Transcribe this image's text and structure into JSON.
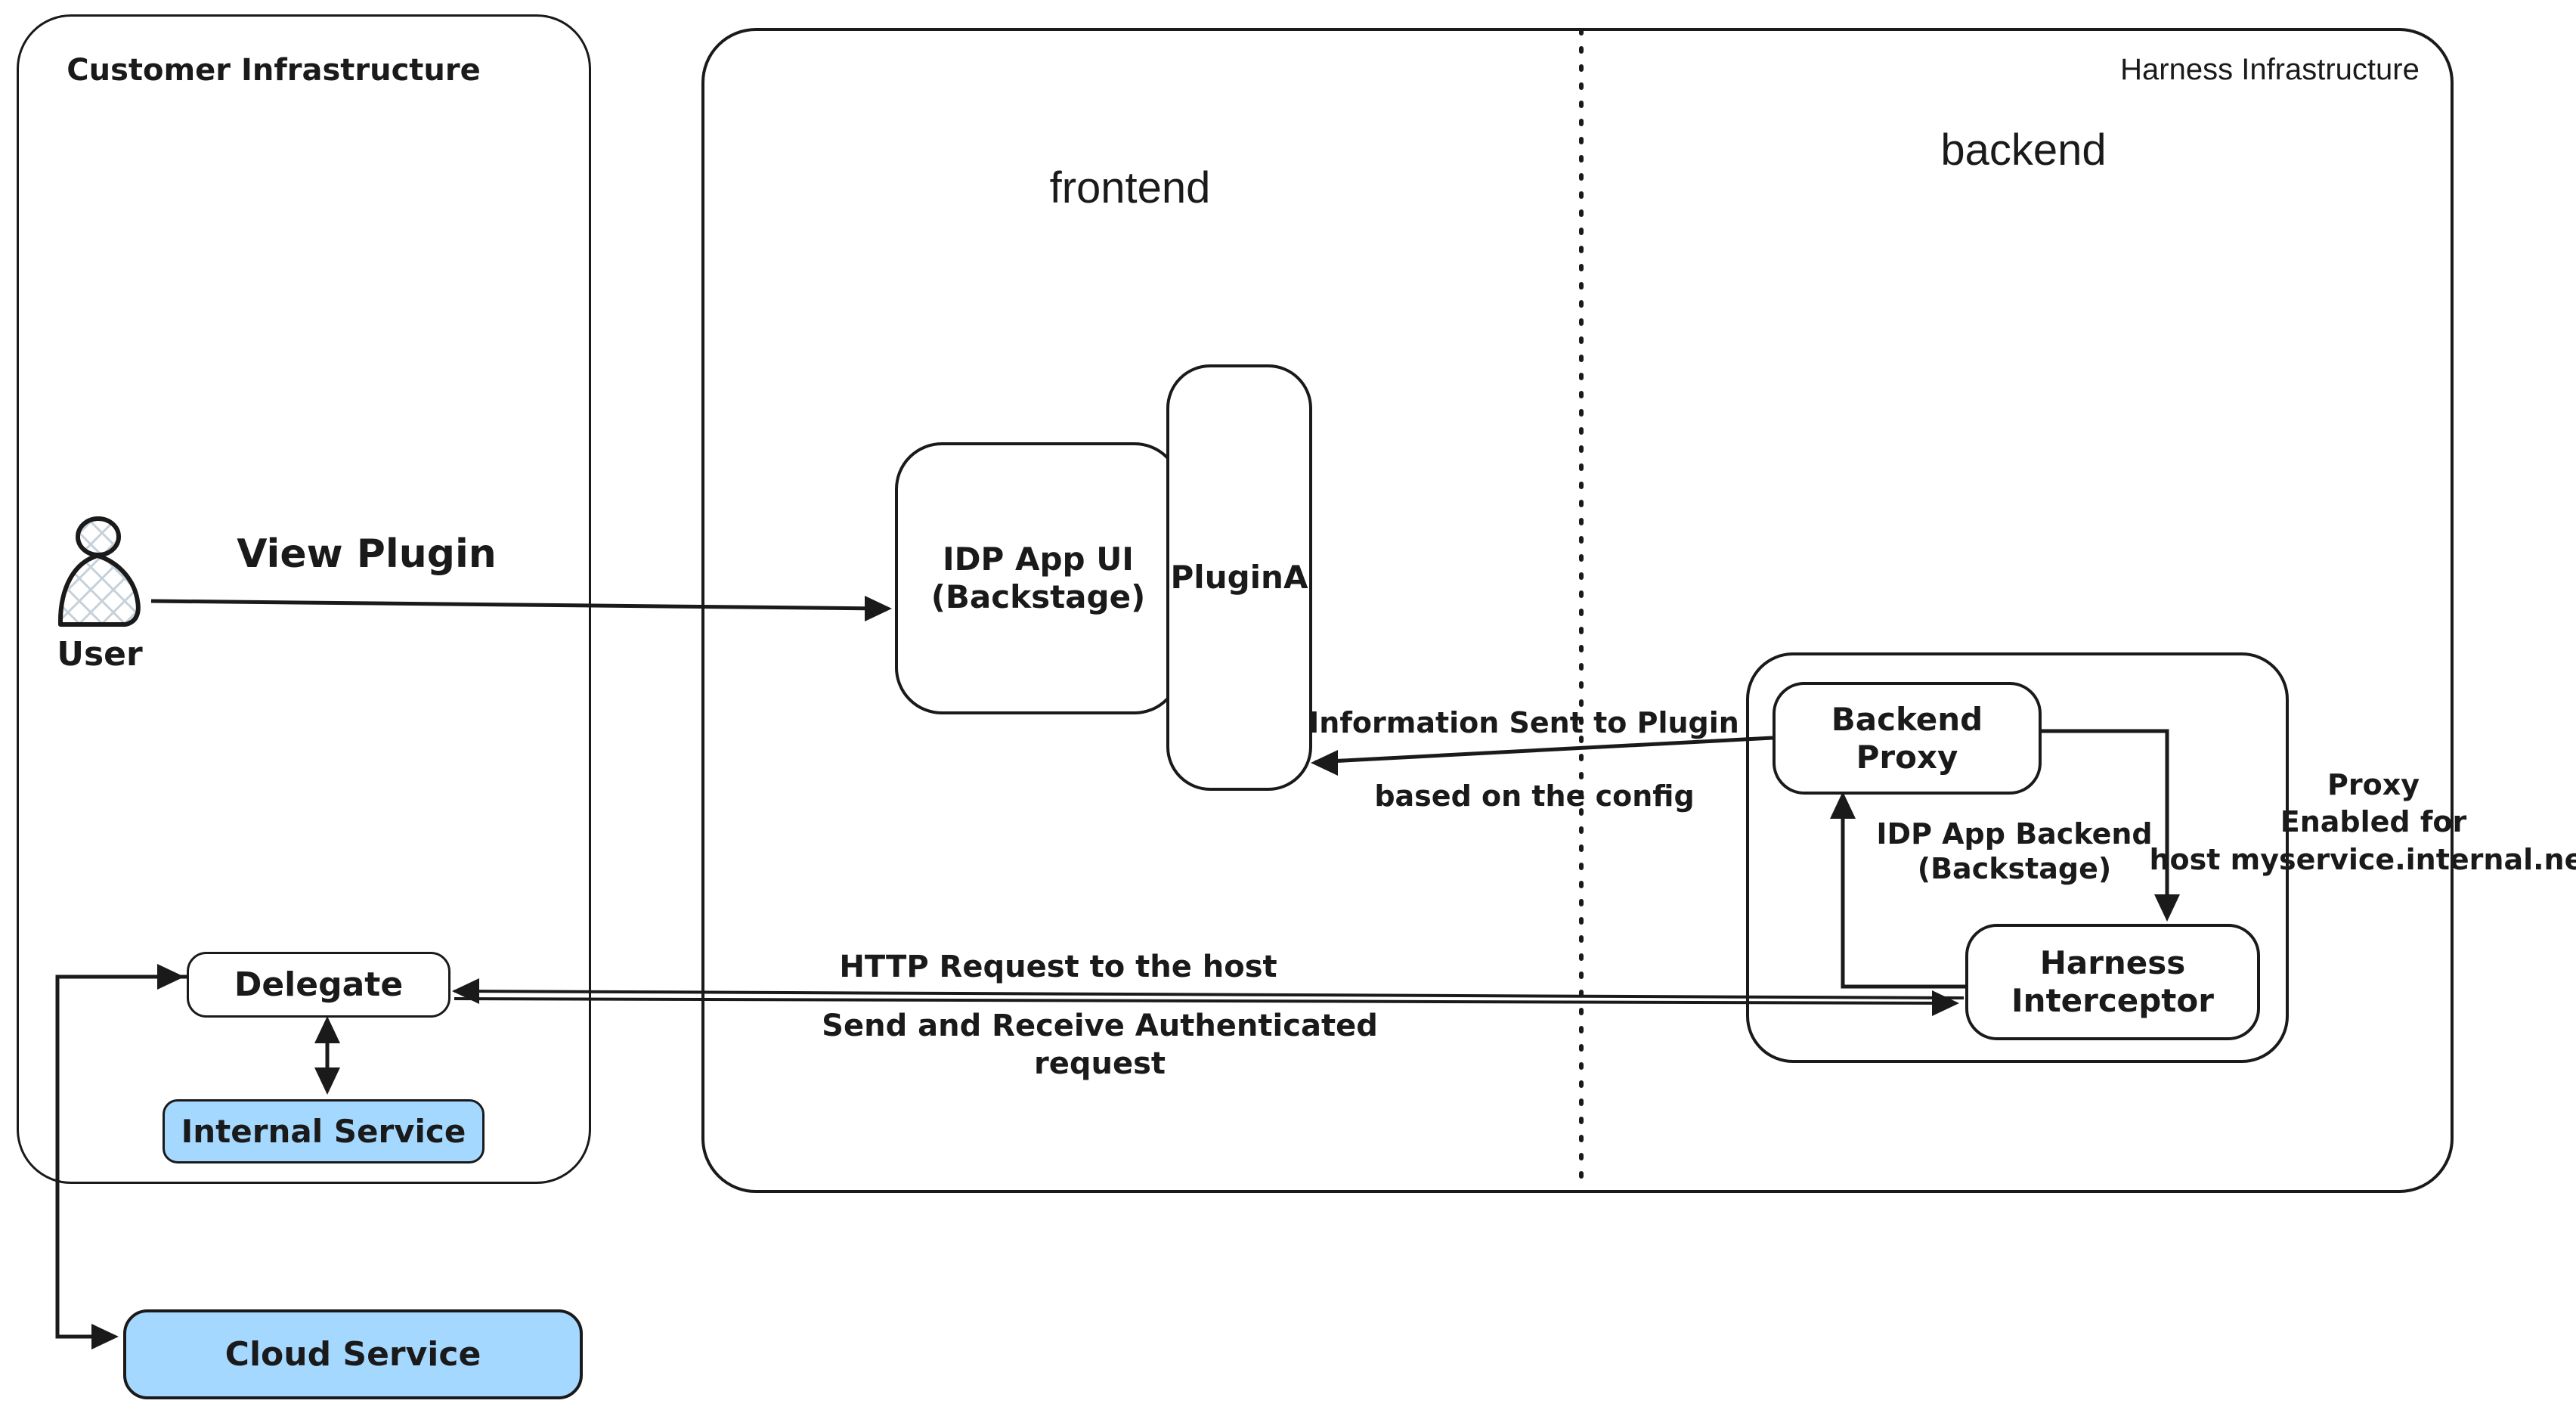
{
  "regions": {
    "customer": {
      "label": "Customer Infrastructure"
    },
    "harness": {
      "label": "Harness Infrastructure"
    },
    "frontend_label": "frontend",
    "backend_label": "backend"
  },
  "nodes": {
    "user": {
      "label": "User"
    },
    "idp_app_ui": {
      "line1": "IDP App UI",
      "line2": "(Backstage)"
    },
    "plugin_a": {
      "label": "PluginA"
    },
    "backend_proxy": {
      "label": "Backend Proxy"
    },
    "idp_app_backend": {
      "line1": "IDP App Backend",
      "line2": "(Backstage)"
    },
    "harness_interceptor": {
      "line1": "Harness",
      "line2": "Interceptor"
    },
    "delegate": {
      "label": "Delegate"
    },
    "internal_service": {
      "label": "Internal Service"
    },
    "cloud_service": {
      "label": "Cloud Service"
    }
  },
  "edges": {
    "view_plugin": {
      "label": "View Plugin"
    },
    "info_sent": {
      "line1": "Information Sent to Plugin",
      "line2": "based on the config"
    },
    "http_request": {
      "line1": "HTTP Request to the host",
      "line2": "Send and Receive Authenticated",
      "line3": "request"
    },
    "proxy_enabled": {
      "line1": "Proxy",
      "line2": "Enabled for",
      "line3": "host myservice.internal.net"
    }
  },
  "colors": {
    "stroke": "#1a1a1a",
    "service_fill": "#a5d8ff",
    "canvas_bg": "#ffffff"
  }
}
